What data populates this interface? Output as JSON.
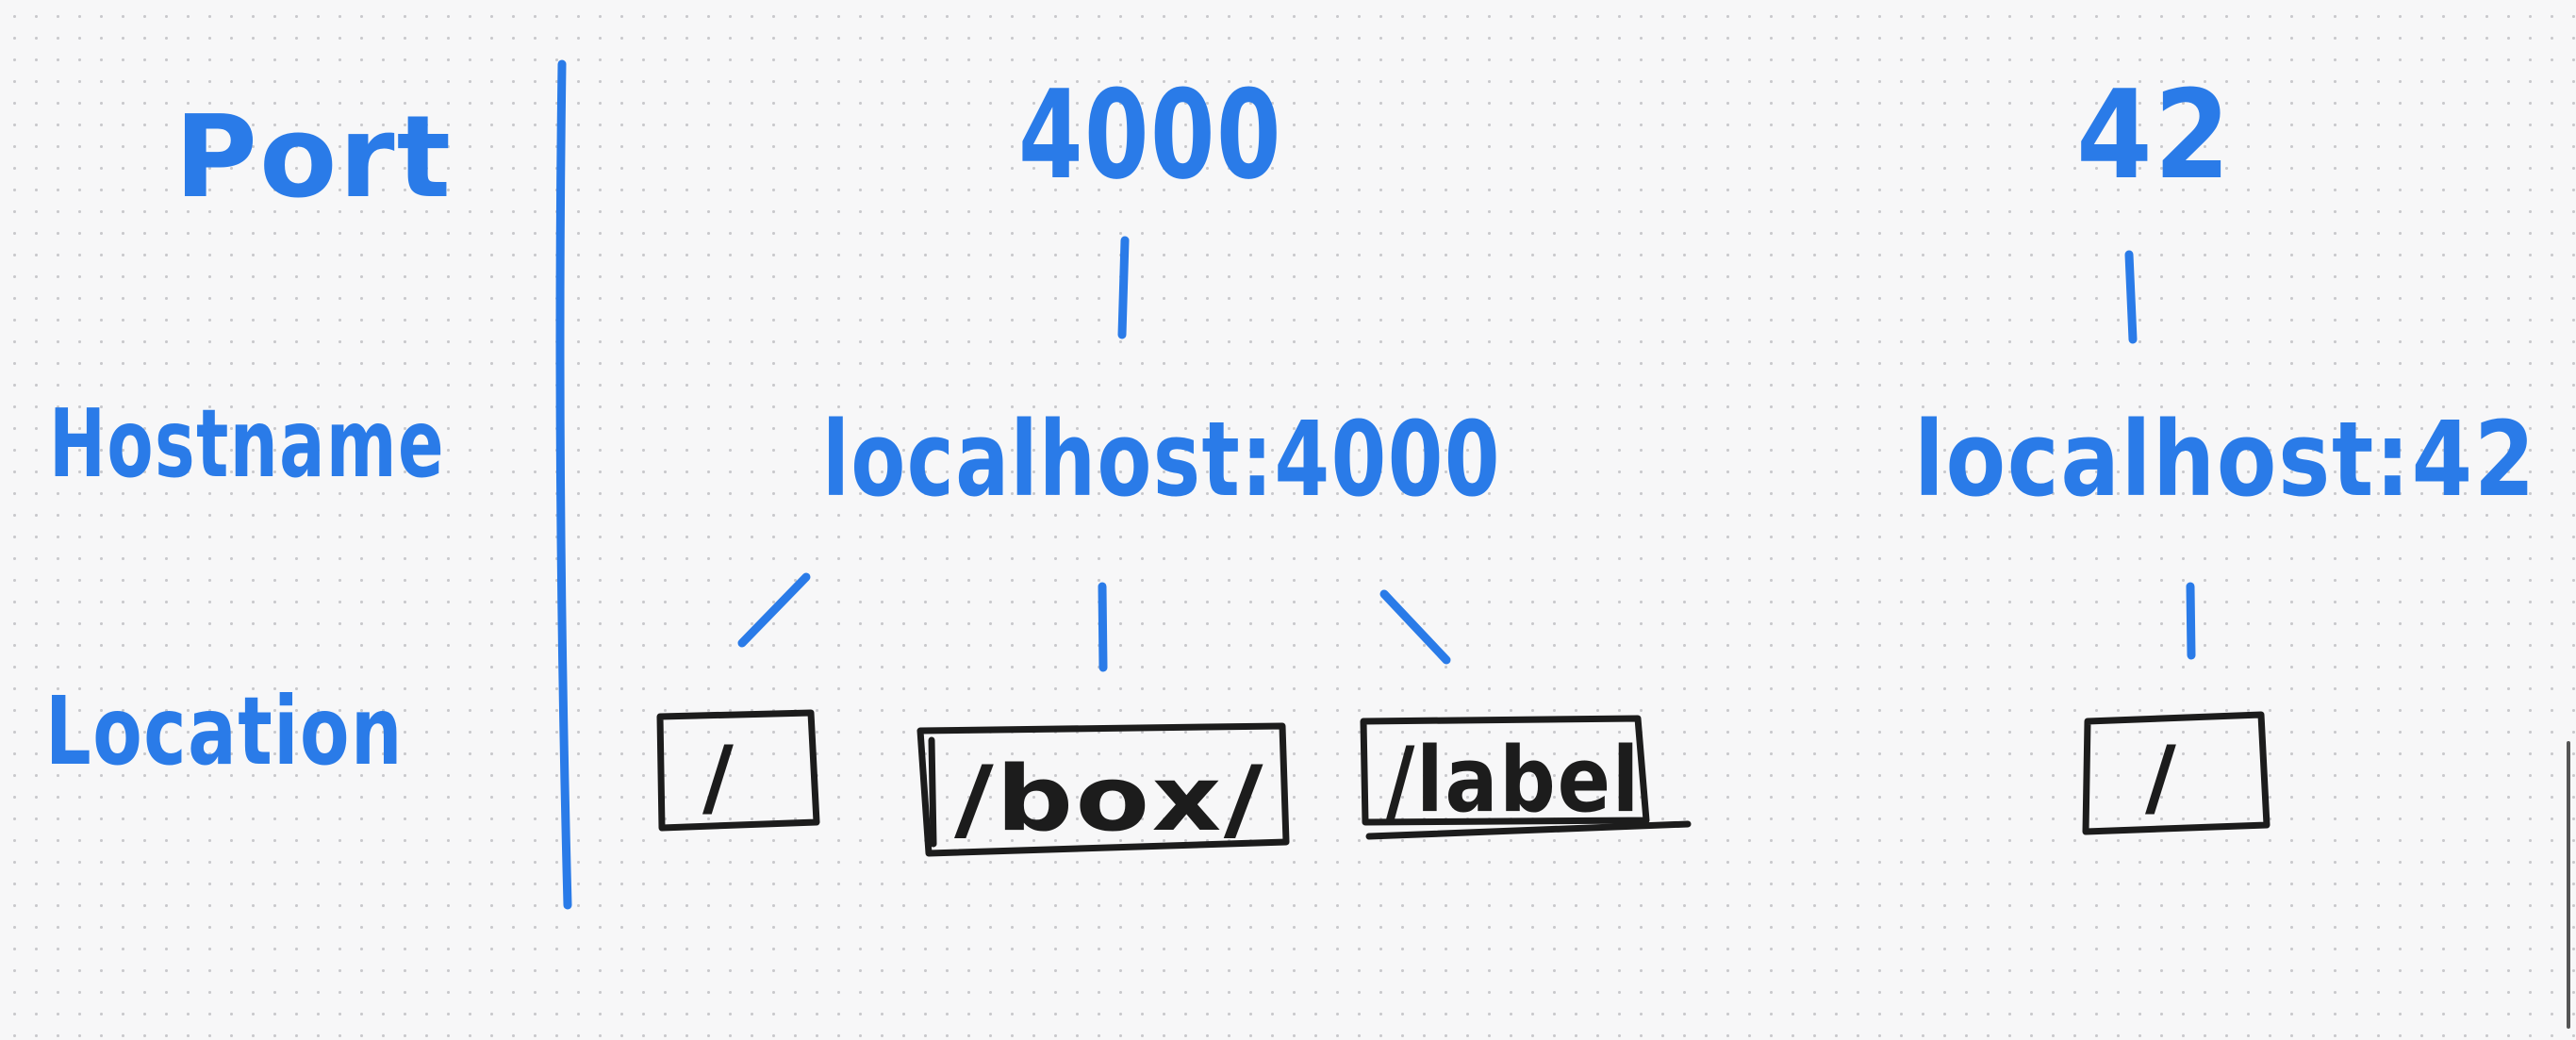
{
  "rows": {
    "port": "Port",
    "hostname": "Hostname",
    "location": "Location"
  },
  "servers": [
    {
      "port": "4000",
      "hostname": "localhost:4000",
      "locations": [
        "/",
        "/box/",
        "/label"
      ]
    },
    {
      "port": "42",
      "hostname": "localhost:42",
      "locations": [
        "/"
      ]
    }
  ],
  "colors": {
    "ink_blue": "#2a7be8",
    "ink_black": "#1c1c1c",
    "paper": "#f7f7f8"
  }
}
